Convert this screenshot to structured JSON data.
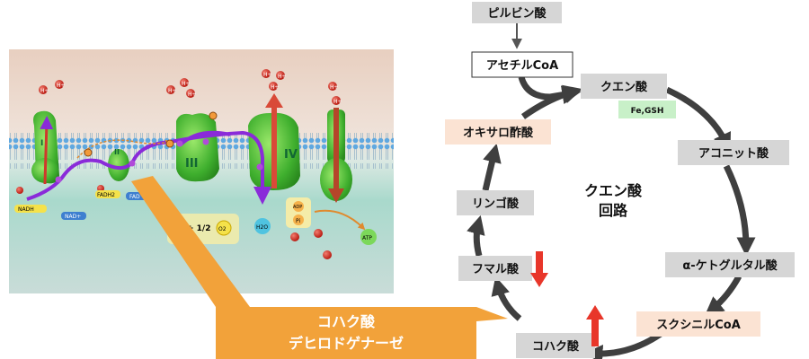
{
  "membrane_diagram": {
    "complexes": [
      "I",
      "II",
      "III",
      "IV"
    ],
    "proton": "H+",
    "labels": {
      "nadh": "NADH",
      "nad_plus": "NAD+",
      "fadh2": "FADH2",
      "fad": "FAD",
      "plus_half": "+ 1/2",
      "o2": "O2",
      "h2o": "H2O",
      "adp": "ADP",
      "pi": "Pi",
      "atp": "ATP"
    }
  },
  "callout": {
    "line1": "コハク酸",
    "line2": "デヒロドゲナーゼ",
    "color": "#F2A23A"
  },
  "cycle": {
    "center_line1": "クエン酸",
    "center_line2": "回路",
    "pyruvate": "ピルビン酸",
    "acetyl_coa": "アセチルCoA",
    "cofactor": "Fe,GSH",
    "nodes": [
      "クエン酸",
      "アコニット酸",
      "α-ケトグルタル酸",
      "スクシニルCoA",
      "コハク酸",
      "フマル酸",
      "リンゴ酸",
      "オキサロ酢酸"
    ]
  },
  "colors": {
    "gray_box": "#D6D6D6",
    "peach_box": "#FBE3D3",
    "cofactor_box": "#C8F0C8",
    "red_arrow": "#E8362A",
    "cycle_arrow": "#3F3F3F"
  }
}
